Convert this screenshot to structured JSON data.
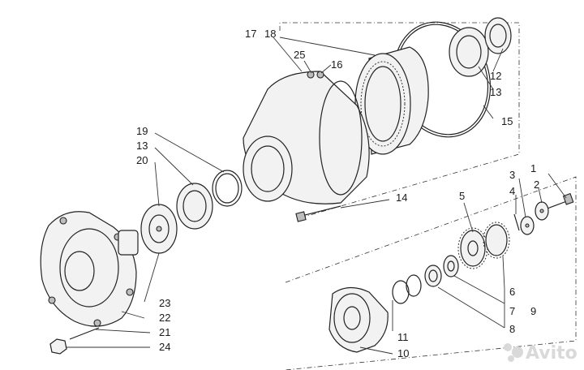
{
  "callouts": {
    "c1": "1",
    "c2": "2",
    "c3": "3",
    "c4": "4",
    "c5": "5",
    "c6": "6",
    "c7": "7",
    "c8": "8",
    "c9": "9",
    "c10": "10",
    "c11": "11",
    "c12": "12",
    "c13a": "13",
    "c13b": "13",
    "c14": "14",
    "c15": "15",
    "c16": "16",
    "c17": "17",
    "c18": "18",
    "c19": "19",
    "c20": "20",
    "c21": "21",
    "c22": "22",
    "c23": "23",
    "c24": "24",
    "c25": "25"
  },
  "watermark": "Avito",
  "colors": {
    "line": "#222222",
    "fill": "#f2f2f2",
    "watermark": "#d9d9d9"
  }
}
